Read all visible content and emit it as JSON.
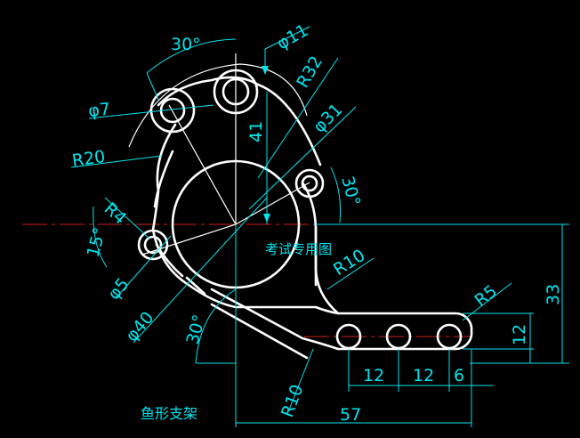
{
  "drawing": {
    "caption": "鱼形支架",
    "watermark": "考试专用图"
  },
  "dimensions": {
    "angle_top": "30°",
    "dia_11": "φ11",
    "radius_32": "R32",
    "dia_7": "φ7",
    "dim_41": "41",
    "dia_31": "φ31",
    "radius_20": "R20",
    "angle_right": "30°",
    "radius_4": "R4",
    "angle_15": "15°",
    "dia_5": "φ5",
    "radius_10_upper": "R10",
    "radius_5": "R5",
    "dia_40": "φ40",
    "angle_bottom": "30°",
    "dim_33": "33",
    "dim_12_vert": "12",
    "dim_12_a": "12",
    "dim_12_b": "12",
    "dim_6": "6",
    "radius_10_lower": "R10",
    "dim_57": "57"
  },
  "colors": {
    "background": "#000000",
    "part_outline": "#ffffff",
    "dimension": "#00e5ee",
    "centerline": "#d21e1e"
  }
}
